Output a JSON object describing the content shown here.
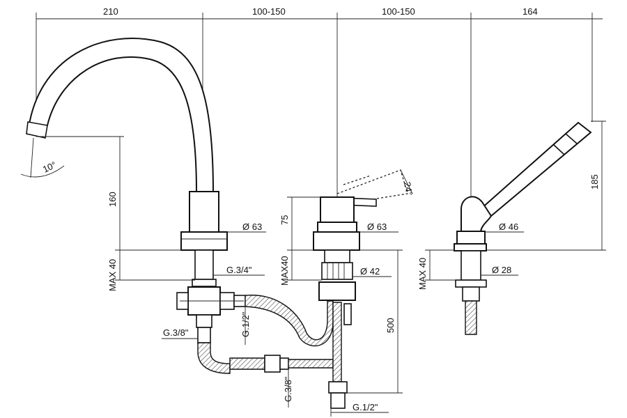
{
  "dimensions": {
    "top_210": "210",
    "top_100_150_a": "100-150",
    "top_100_150_b": "100-150",
    "top_164": "164",
    "spout_angle": "10°",
    "height_160": "160",
    "max40_left": "MAX 40",
    "max40_mid": "MAX40",
    "max40_right": "MAX 40",
    "height_75": "75",
    "height_185": "185",
    "lever_angle": "24°",
    "dia63_left": "Ø 63",
    "dia63_mid": "Ø 63",
    "dia46": "Ø 46",
    "dia42": "Ø 42",
    "dia28": "Ø 28",
    "thread_g34": "G.3/4\"",
    "thread_g12_side": "G.1/2\"",
    "thread_g38_left": "G.3/8\"",
    "thread_g38_mid": "G.3/8\"",
    "thread_g12_bottom": "G.1/2\"",
    "length_500": "500"
  }
}
